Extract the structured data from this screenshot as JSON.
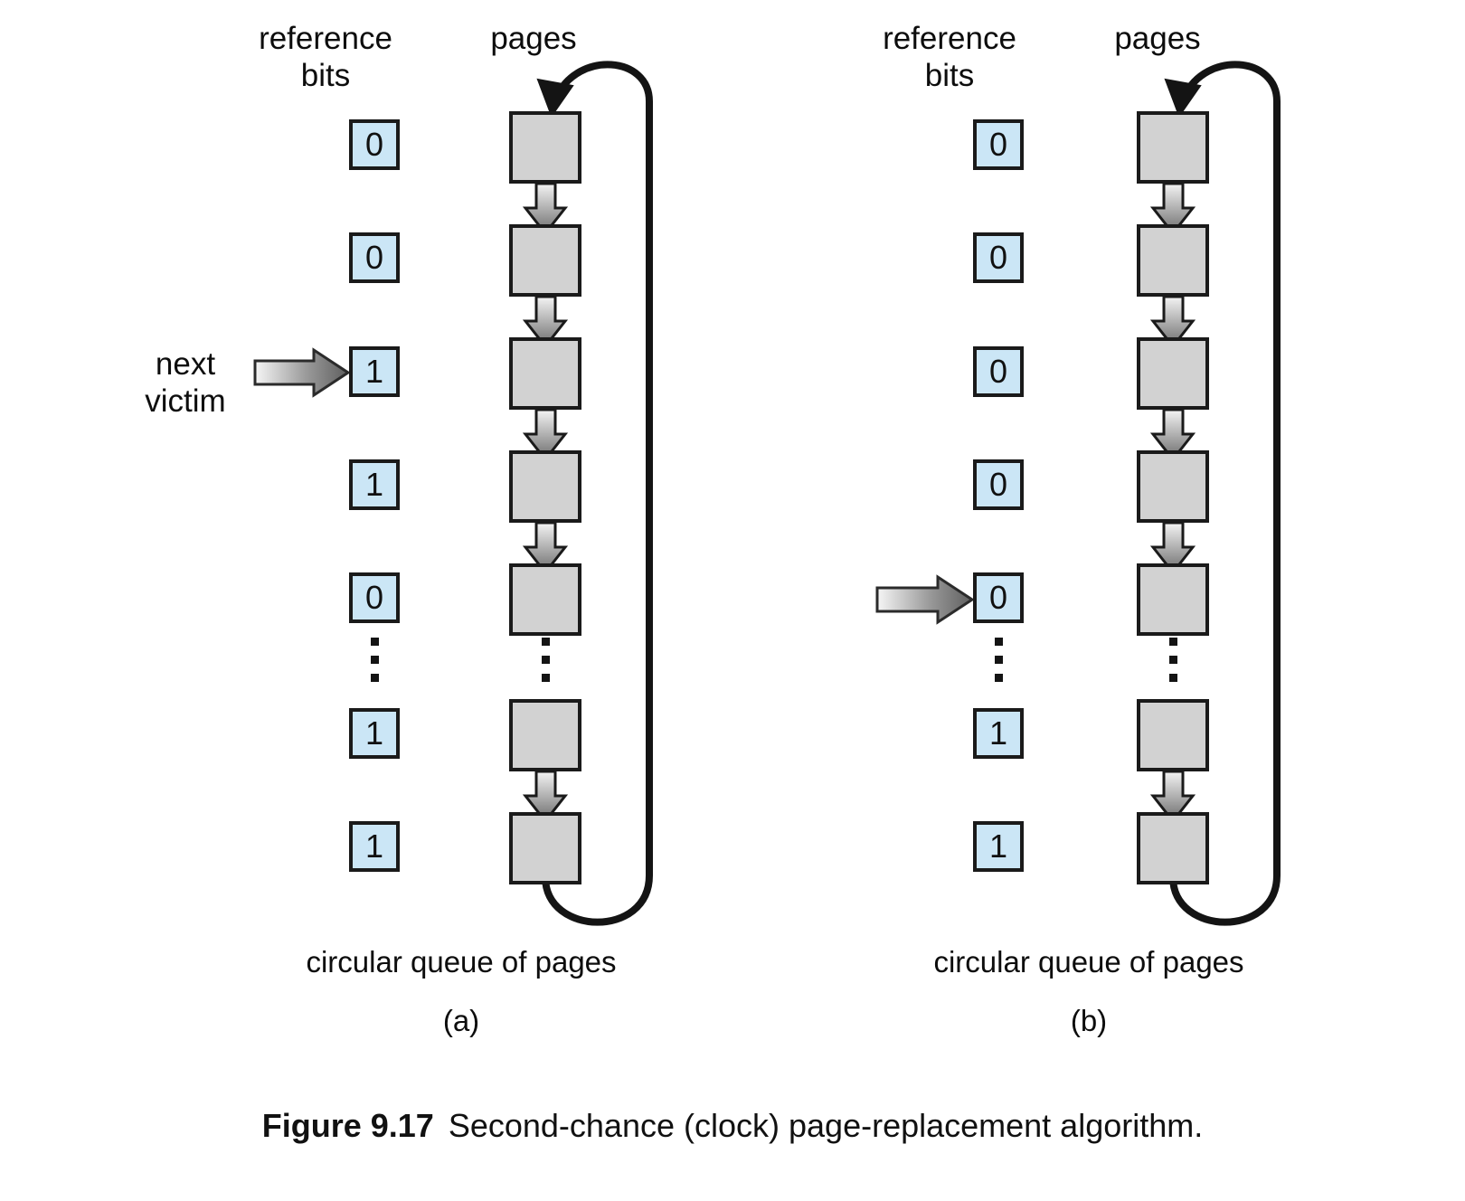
{
  "figure": {
    "number_label": "Figure 9.17",
    "caption_text": "Second-chance (clock) page-replacement algorithm."
  },
  "colors": {
    "bit_box_fill": "#cbe6f6",
    "page_box_fill": "#d2d2d2",
    "stroke": "#1a1a1a",
    "arrow_dark": "#6e6e6e",
    "arrow_light": "#f2f2f2",
    "background": "#ffffff"
  },
  "panels": [
    {
      "id": "a",
      "letter": "(a)",
      "queue_label": "circular queue of pages",
      "headers": {
        "reference_bits": "reference\nbits",
        "pages": "pages"
      },
      "pointer": {
        "label": "next\nvictim",
        "has_label": true,
        "points_at_index": 2
      },
      "reference_bits": [
        "0",
        "0",
        "1",
        "1",
        "0",
        "1",
        "1"
      ],
      "page_count": 7,
      "ellipsis_after_index": 4
    },
    {
      "id": "b",
      "letter": "(b)",
      "queue_label": "circular queue of pages",
      "headers": {
        "reference_bits": "reference\nbits",
        "pages": "pages"
      },
      "pointer": {
        "label": "",
        "has_label": false,
        "points_at_index": 4
      },
      "reference_bits": [
        "0",
        "0",
        "0",
        "0",
        "0",
        "1",
        "1"
      ],
      "page_count": 7,
      "ellipsis_after_index": 4
    }
  ]
}
